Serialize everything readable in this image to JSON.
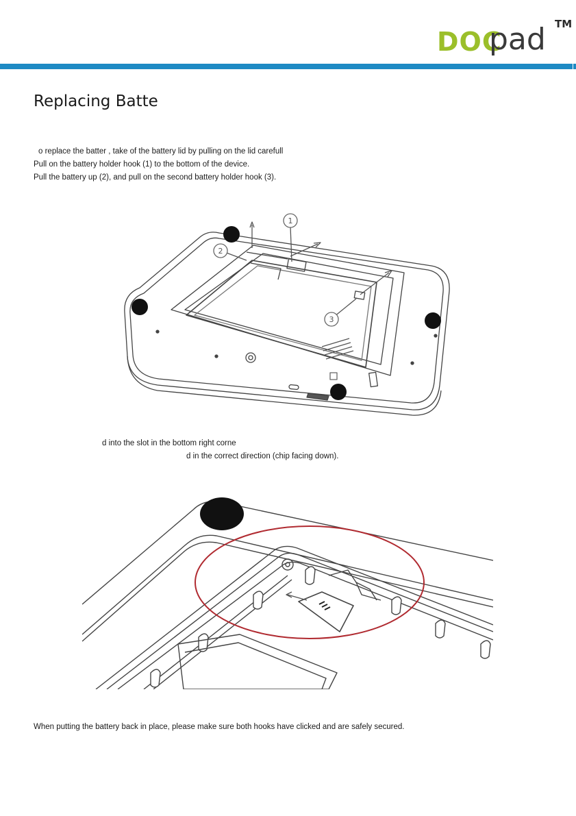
{
  "header": {
    "logo_doc": "DOC",
    "logo_pad": "pad",
    "logo_tm": "TM"
  },
  "title": "Replacing Batte",
  "instructions": [
    "o replace the batter  , take of the battery lid by pulling on the lid carefull",
    "Pull on the battery holder hook (1) to the bottom of the device.",
    "Pull the battery up (2), and pull on the second battery holder hook (3)."
  ],
  "figure1": {
    "callouts": [
      "1",
      "2",
      "3"
    ]
  },
  "sd_instructions": [
    "d into the slot in the bottom right corne",
    "d in the correct direction (chip facing down)."
  ],
  "footer_note": "When putting the battery back in place, please make sure both hooks have clicked and are safely secured.",
  "colors": {
    "brand_green": "#9bbf2a",
    "rule_blue": "#1e8ac4",
    "highlight_red": "#b02a30"
  }
}
